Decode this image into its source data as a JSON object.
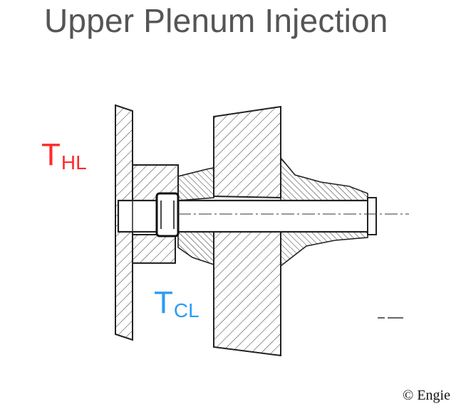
{
  "title": "Upper Plenum Injection",
  "labels": {
    "hot_leg": {
      "main": "T",
      "sub": "HL",
      "color": "#ff2a2a"
    },
    "cold_leg": {
      "main": "T",
      "sub": "CL",
      "color": "#2a9df4"
    }
  },
  "copyright": "© Engie"
}
